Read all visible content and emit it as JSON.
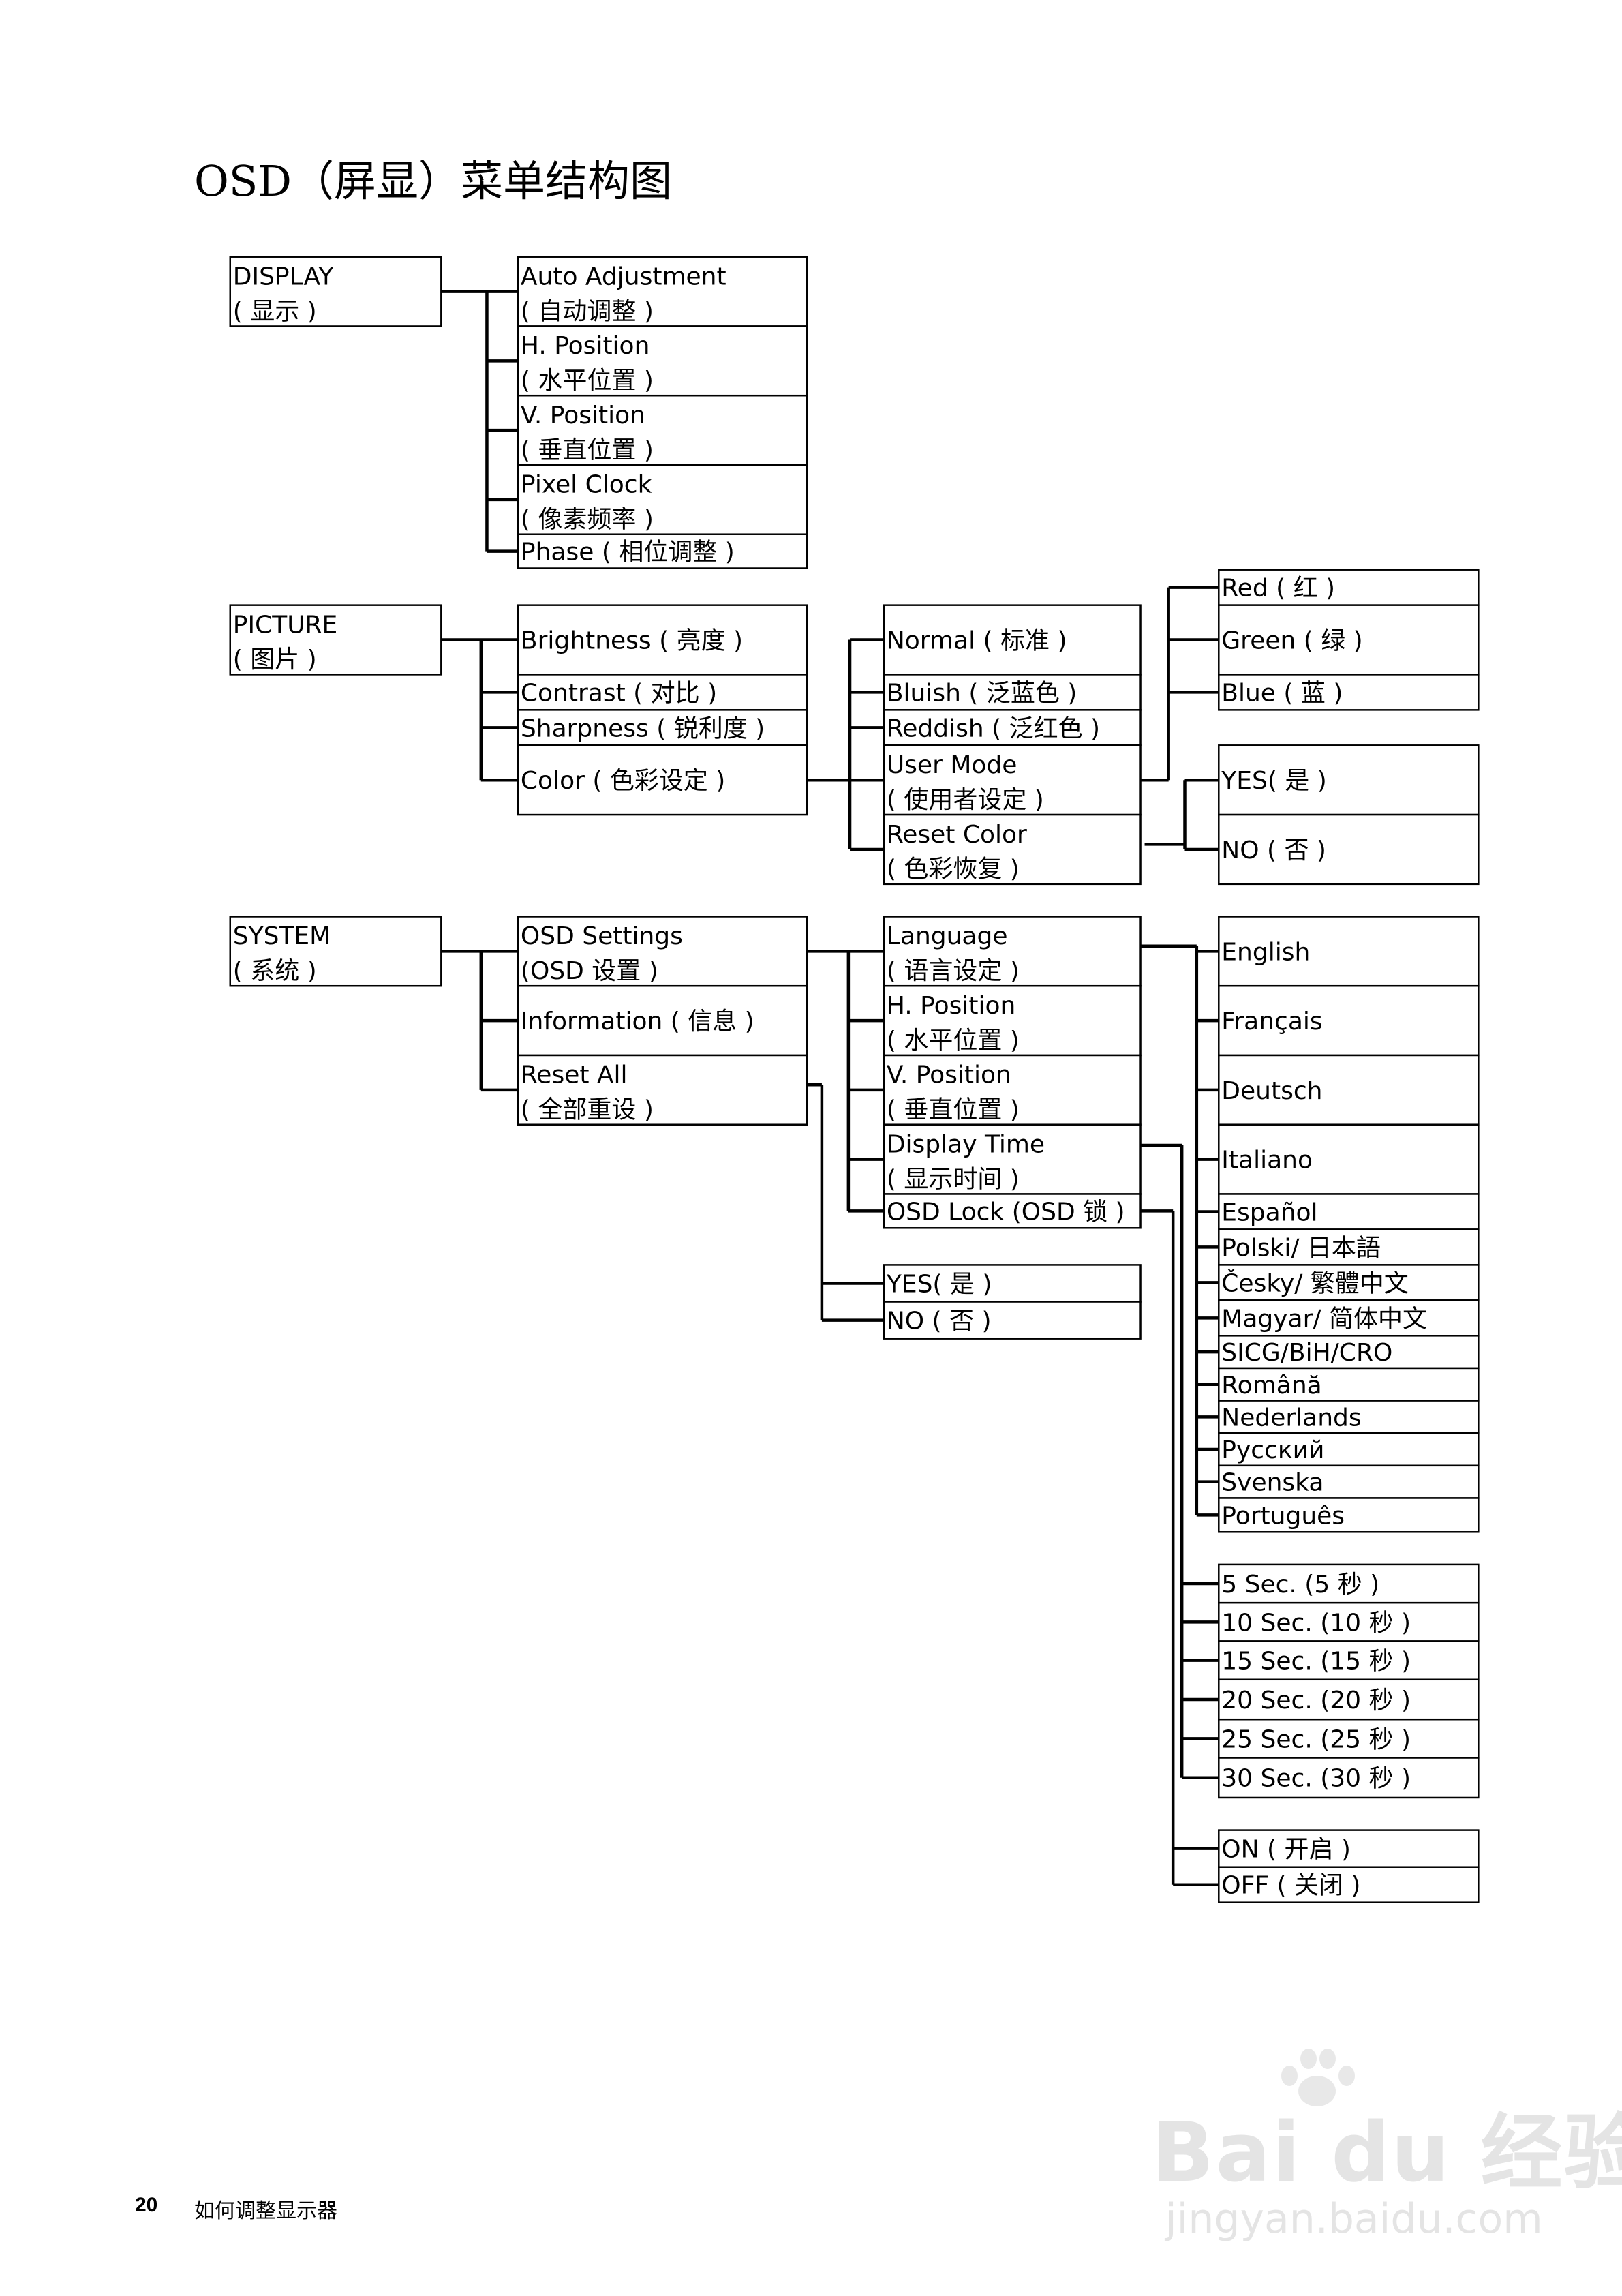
{
  "title": "OSD（屏显）菜单结构图",
  "footer": {
    "page_number": "20",
    "text": "如何调整显示器"
  },
  "watermark": {
    "brand": "Bai du 经验",
    "url": "jingyan.baidu.com"
  },
  "diagram": {
    "boxes": [
      {
        "id": "display",
        "lines": [
          "DISPLAY",
          "( 显示 )"
        ]
      },
      {
        "id": "picture",
        "lines": [
          "PICTURE",
          "( 图片 )"
        ]
      },
      {
        "id": "system",
        "lines": [
          "SYSTEM",
          "( 系统 )"
        ]
      },
      {
        "id": "auto-adjustment",
        "lines": [
          "Auto Adjustment",
          "( 自动调整 )"
        ]
      },
      {
        "id": "display-h-position",
        "lines": [
          "H. Position",
          "( 水平位置 )"
        ]
      },
      {
        "id": "display-v-position",
        "lines": [
          "V. Position",
          "( 垂直位置 )"
        ]
      },
      {
        "id": "pixel-clock",
        "lines": [
          "Pixel Clock",
          "( 像素频率 )"
        ]
      },
      {
        "id": "phase",
        "lines": [
          "Phase ( 相位调整 )"
        ]
      },
      {
        "id": "brightness",
        "lines": [
          "Brightness ( 亮度 )"
        ]
      },
      {
        "id": "contrast",
        "lines": [
          "Contrast ( 对比 )"
        ]
      },
      {
        "id": "sharpness",
        "lines": [
          "Sharpness ( 锐利度 )"
        ]
      },
      {
        "id": "color",
        "lines": [
          "Color ( 色彩设定 )"
        ]
      },
      {
        "id": "normal",
        "lines": [
          "Normal ( 标准 )"
        ]
      },
      {
        "id": "bluish",
        "lines": [
          "Bluish ( 泛蓝色 )"
        ]
      },
      {
        "id": "reddish",
        "lines": [
          "Reddish ( 泛红色 )"
        ]
      },
      {
        "id": "user-mode",
        "lines": [
          "User Mode",
          "( 使用者设定 )"
        ]
      },
      {
        "id": "reset-color",
        "lines": [
          "Reset Color",
          "( 色彩恢复 )"
        ]
      },
      {
        "id": "red",
        "lines": [
          "Red ( 红 )"
        ]
      },
      {
        "id": "green",
        "lines": [
          "Green ( 绿 )"
        ]
      },
      {
        "id": "blue",
        "lines": [
          "Blue ( 蓝 )"
        ]
      },
      {
        "id": "reset-color-yes",
        "lines": [
          "YES( 是 )"
        ]
      },
      {
        "id": "reset-color-no",
        "lines": [
          "NO ( 否 )"
        ]
      },
      {
        "id": "osd-settings",
        "lines": [
          "OSD Settings",
          "(OSD 设置 )"
        ]
      },
      {
        "id": "information",
        "lines": [
          "Information ( 信息 )"
        ]
      },
      {
        "id": "reset-all",
        "lines": [
          "Reset All",
          "( 全部重设 )"
        ]
      },
      {
        "id": "language",
        "lines": [
          "Language",
          "( 语言设定 )"
        ]
      },
      {
        "id": "osd-h-position",
        "lines": [
          "H. Position",
          "( 水平位置 )"
        ]
      },
      {
        "id": "osd-v-position",
        "lines": [
          "V. Position",
          "( 垂直位置 )"
        ]
      },
      {
        "id": "display-time",
        "lines": [
          "Display Time",
          "( 显示时间 )"
        ]
      },
      {
        "id": "osd-lock",
        "lines": [
          "OSD Lock (OSD 锁 )"
        ]
      },
      {
        "id": "reset-all-yes",
        "lines": [
          "YES( 是 )"
        ]
      },
      {
        "id": "reset-all-no",
        "lines": [
          "NO ( 否 )"
        ]
      },
      {
        "id": "lang-english",
        "lines": [
          "English"
        ]
      },
      {
        "id": "lang-francais",
        "lines": [
          "Français"
        ]
      },
      {
        "id": "lang-deutsch",
        "lines": [
          "Deutsch"
        ]
      },
      {
        "id": "lang-italiano",
        "lines": [
          "Italiano"
        ]
      },
      {
        "id": "lang-espanol",
        "lines": [
          "Español"
        ]
      },
      {
        "id": "lang-polski",
        "lines": [
          "Polski/ 日本語"
        ]
      },
      {
        "id": "lang-cesky",
        "lines": [
          "Česky/ 繁體中文"
        ]
      },
      {
        "id": "lang-magyar",
        "lines": [
          "Magyar/ 简体中文"
        ]
      },
      {
        "id": "lang-sicg",
        "lines": [
          "SICG/BiH/CRO"
        ]
      },
      {
        "id": "lang-romana",
        "lines": [
          "Română"
        ]
      },
      {
        "id": "lang-nederlands",
        "lines": [
          "Nederlands"
        ]
      },
      {
        "id": "lang-russkiy",
        "lines": [
          "Русский"
        ]
      },
      {
        "id": "lang-svenska",
        "lines": [
          "Svenska"
        ]
      },
      {
        "id": "lang-portugues",
        "lines": [
          "Português"
        ]
      },
      {
        "id": "time-5",
        "lines": [
          "5 Sec. (5 秒 )"
        ]
      },
      {
        "id": "time-10",
        "lines": [
          "10 Sec. (10 秒 )"
        ]
      },
      {
        "id": "time-15",
        "lines": [
          "15 Sec. (15 秒 )"
        ]
      },
      {
        "id": "time-20",
        "lines": [
          "20 Sec. (20 秒 )"
        ]
      },
      {
        "id": "time-25",
        "lines": [
          "25 Sec. (25 秒 )"
        ]
      },
      {
        "id": "time-30",
        "lines": [
          "30 Sec. (30 秒 )"
        ]
      },
      {
        "id": "lock-on",
        "lines": [
          "ON ( 开启 )"
        ]
      },
      {
        "id": "lock-off",
        "lines": [
          "OFF ( 关闭 )"
        ]
      }
    ]
  }
}
